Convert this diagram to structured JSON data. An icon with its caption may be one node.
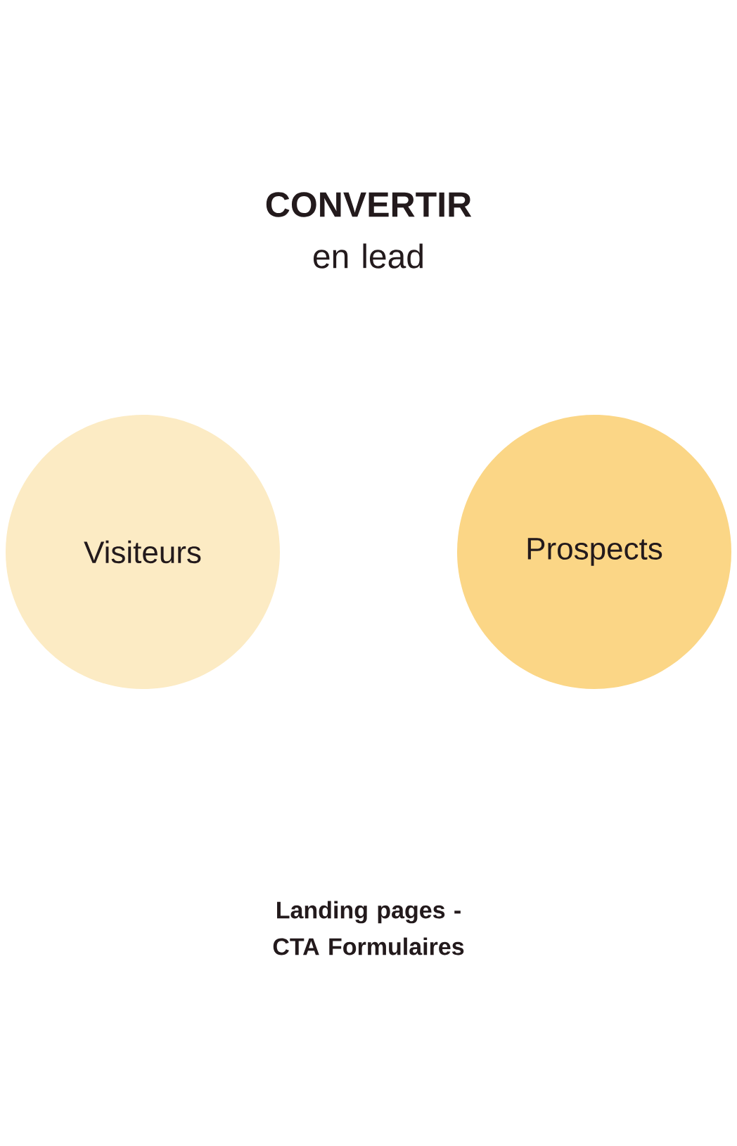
{
  "diagram": {
    "title": "CONVERTIR",
    "nodes": [
      {
        "text": [
          "Visiteurs"
        ]
      },
      {
        "text": [
          "Prospects"
        ]
      }
    ],
    "labels": [
      "en lead",
      "Landing pages - CTA Formulaires"
    ]
  }
}
